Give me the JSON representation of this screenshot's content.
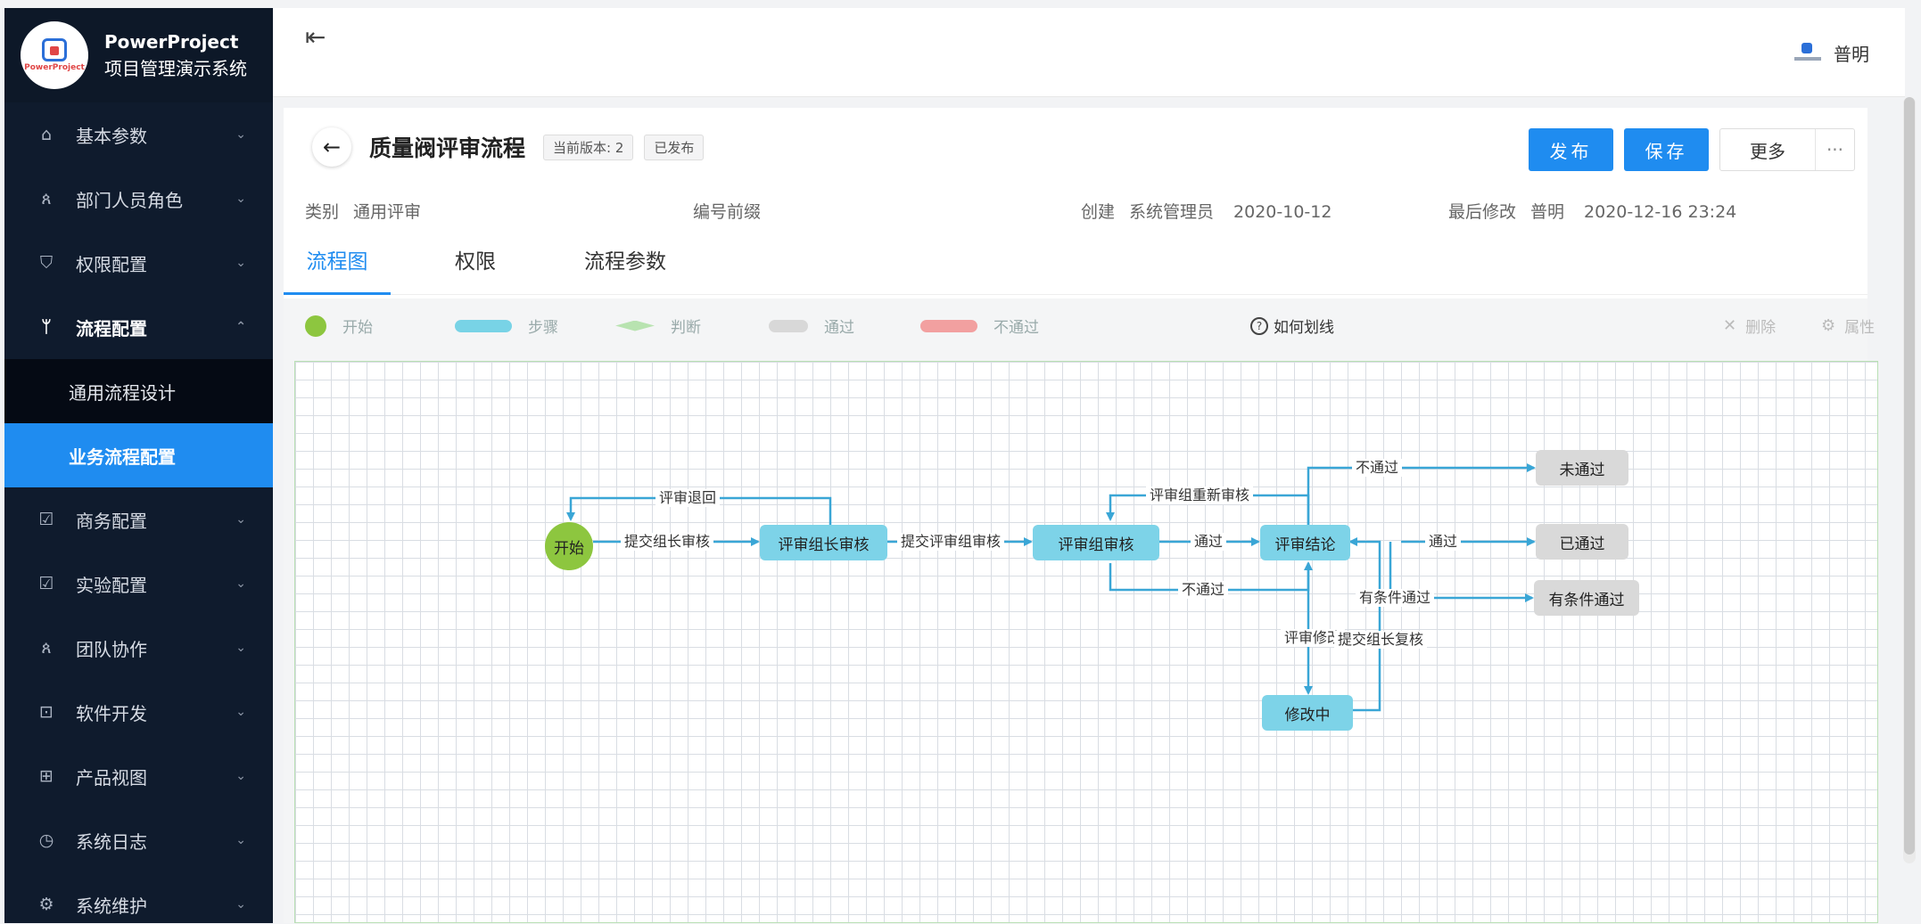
{
  "app": {
    "name": "PowerProject",
    "subtitle": "项目管理演示系统",
    "logo_text": "PowerProject"
  },
  "sidebar": {
    "items": [
      {
        "label": "基本参数",
        "icon": "home-icon"
      },
      {
        "label": "部门人员角色",
        "icon": "people-icon"
      },
      {
        "label": "权限配置",
        "icon": "shield-icon"
      },
      {
        "label": "流程配置",
        "icon": "branch-icon",
        "open": true
      },
      {
        "label": "商务配置",
        "icon": "edit-doc-icon"
      },
      {
        "label": "实验配置",
        "icon": "edit-doc-icon"
      },
      {
        "label": "团队协作",
        "icon": "people-icon"
      },
      {
        "label": "软件开发",
        "icon": "terminal-icon"
      },
      {
        "label": "产品视图",
        "icon": "grid-icon"
      },
      {
        "label": "系统日志",
        "icon": "clock-icon"
      },
      {
        "label": "系统维护",
        "icon": "tool-icon"
      }
    ],
    "subitems": [
      {
        "label": "通用流程设计",
        "active": false
      },
      {
        "label": "业务流程配置",
        "active": true
      }
    ]
  },
  "header": {
    "user_name": "普明"
  },
  "page": {
    "title": "质量阀评审流程",
    "version_tag": "当前版本: 2",
    "status_tag": "已发布",
    "publish_label": "发布",
    "save_label": "保存",
    "more_label": "更多",
    "more_dots": "···",
    "meta": {
      "category_key": "类别",
      "category_value": "通用评审",
      "prefix_key": "编号前缀",
      "created_key": "创建",
      "created_by": "系统管理员",
      "created_date": "2020-10-12",
      "modified_key": "最后修改",
      "modified_by": "普明",
      "modified_date": "2020-12-16 23:24"
    },
    "tabs": [
      "流程图",
      "权限",
      "流程参数"
    ]
  },
  "legend": {
    "start": "开始",
    "step": "步骤",
    "judge": "判断",
    "pass": "通过",
    "fail": "不通过",
    "howto": "如何划线",
    "delete": "删除",
    "properties": "属性"
  },
  "colors": {
    "accent": "#1f8cf0",
    "sidebar_bg": "#0f1b2d",
    "step": "#7dd3e8",
    "start": "#8dc63f",
    "end": "#d9d9d9",
    "edge": "#3aa6d6"
  },
  "flow": {
    "nodes": {
      "start": "开始",
      "leader_review": "评审组长审核",
      "group_review": "评审组审核",
      "conclusion": "评审结论",
      "failed": "未通过",
      "passed": "已通过",
      "conditional": "有条件通过",
      "modifying": "修改中"
    },
    "edges": {
      "return": "评审退回",
      "submit_leader": "提交组长审核",
      "submit_group": "提交评审组审核",
      "re_review": "评审组重新审核",
      "pass1": "通过",
      "fail1": "不通过",
      "fail2": "不通过",
      "pass2": "通过",
      "conditional": "有条件通过",
      "modify": "评审修改",
      "resubmit": "提交组长复核"
    }
  }
}
